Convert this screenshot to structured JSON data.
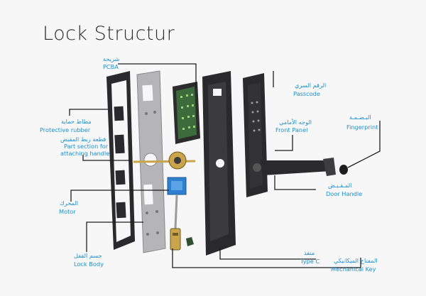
{
  "title": "Lock Structur",
  "labels": {
    "pcba": {
      "ar": "شريحة",
      "en": "PCBA"
    },
    "passcode": {
      "ar": "الرقم السري",
      "en": "Passcode"
    },
    "front_panel": {
      "ar": "الوجه الأمامي",
      "en": "Front Panel"
    },
    "fingerprint": {
      "ar": "البـصـمـة",
      "en": "Fingerprint"
    },
    "protective_rubber": {
      "ar": "مطاط حماية",
      "en": "Protective rubber"
    },
    "handle_part": {
      "ar": "قطعة ربط المقبض",
      "en_1": "Part section for",
      "en_2": "attaching handle"
    },
    "door_handle": {
      "ar": "المـقـبـض",
      "en": "Door Handle"
    },
    "motor": {
      "ar": "المحرك",
      "en": "Motor"
    },
    "lock_body": {
      "ar": "جسم القفل",
      "en": "Lock Body"
    },
    "type_c": {
      "ar": "منفذ",
      "en": "Type C"
    },
    "mechanical_key": {
      "ar": "المفتاح الميكانيكي",
      "en": "Mechanical Key"
    }
  },
  "colors": {
    "label": "#1a8fd0",
    "leader_line": "#1e1e1e",
    "panel_dark": "#2a2a2c",
    "plate_gray": "#b5b5b8",
    "motor_blue": "#2f7fd0",
    "brass": "#c9a44a",
    "pcb_green": "#3c6b3c"
  }
}
